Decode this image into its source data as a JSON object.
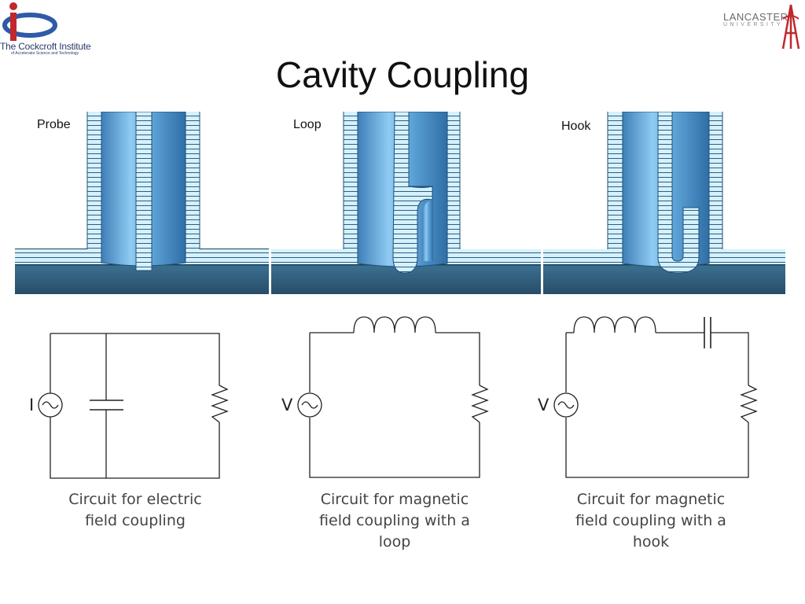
{
  "title": "Cavity Coupling",
  "logos": {
    "left_name": "The Cockcroft Institute",
    "left_sub": "of Accelerator Science and Technology",
    "right_name": "LANCASTER",
    "right_sub": "UNIVERSITY"
  },
  "panels": [
    {
      "label": "Probe"
    },
    {
      "label": "Loop"
    },
    {
      "label": "Hook"
    }
  ],
  "circuits": [
    {
      "source_label": "I",
      "caption_lines": [
        "Circuit for electric",
        "field coupling"
      ]
    },
    {
      "source_label": "V",
      "caption_lines": [
        "Circuit for magnetic",
        "field coupling with a",
        "loop"
      ]
    },
    {
      "source_label": "V",
      "caption_lines": [
        "Circuit for magnetic",
        "field coupling with a",
        "hook"
      ]
    }
  ],
  "colors": {
    "water_blue": "#d6f1fb",
    "metal_dark": "#2f5f80",
    "tube_blue": "#4a8dc4"
  }
}
